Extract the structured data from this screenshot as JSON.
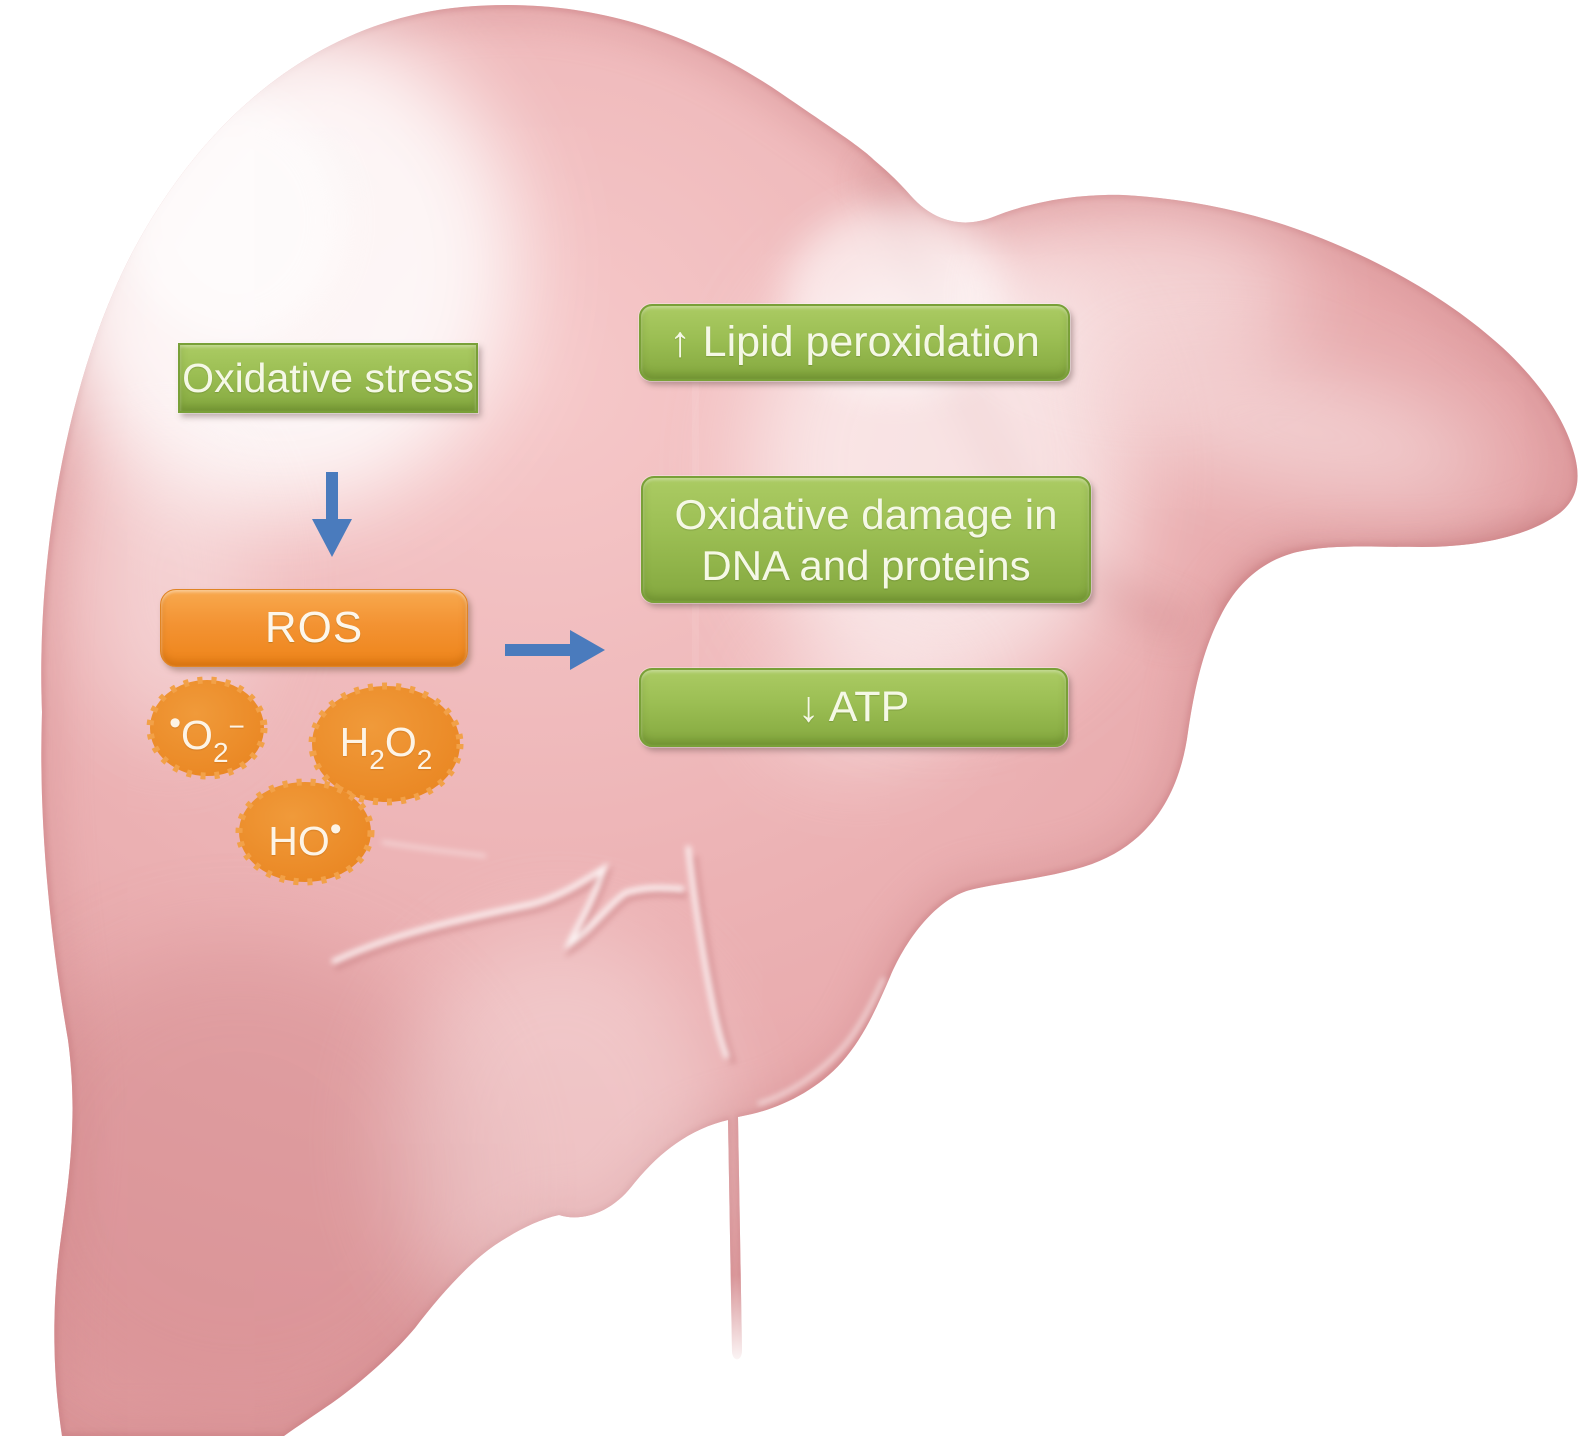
{
  "boxes": {
    "oxidative_stress": {
      "label": "Oxidative stress"
    },
    "ros": {
      "label": "ROS"
    },
    "lipid": {
      "label": "↑ Lipid peroxidation"
    },
    "dna": {
      "label": "Oxidative damage in DNA and proteins"
    },
    "atp": {
      "label": "↓ ATP"
    }
  },
  "ros_species": {
    "superoxide": {
      "radical_dot": "•",
      "element": "O",
      "subscript": "2",
      "charge": "−"
    },
    "hydrogen_peroxide": {
      "h": "H",
      "h_sub": "2",
      "o": "O",
      "o_sub": "2"
    },
    "hydroxyl": {
      "base": "HO",
      "radical_dot": "•"
    }
  },
  "icons": {
    "down_arrow": "down-arrow",
    "right_arrow": "right-arrow"
  },
  "colors": {
    "box_green_top": "#abcb63",
    "box_green_bottom": "#84a83f",
    "box_orange_top": "#f8a94e",
    "box_orange_bottom": "#ee8419",
    "arrow_blue": "#4a7bbd",
    "liver_pink": "#e8a7a9",
    "label_text": "#f5f8e6"
  }
}
